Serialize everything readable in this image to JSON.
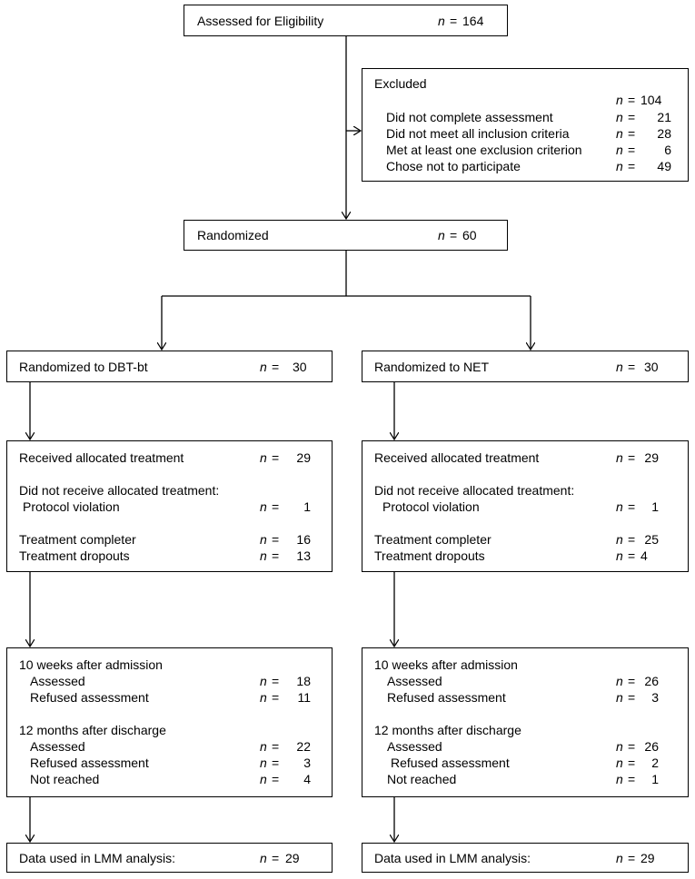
{
  "n_symbol": "n",
  "eq": "=",
  "assessed": {
    "label": "Assessed for Eligibility",
    "n": "164"
  },
  "excluded": {
    "title": "Excluded",
    "n": "104",
    "items": [
      {
        "label": "Did not complete assessment",
        "n": "21"
      },
      {
        "label": "Did not meet all inclusion criteria",
        "n": "28"
      },
      {
        "label": "Met at least one exclusion criterion",
        "n": "6"
      },
      {
        "label": "Chose not to participate",
        "n": "49"
      }
    ]
  },
  "randomized": {
    "label": "Randomized",
    "n": "60"
  },
  "left": {
    "alloc": {
      "label": "Randomized to DBT-bt",
      "n": "30"
    },
    "treatment": {
      "received": {
        "label": "Received allocated treatment",
        "n": "29"
      },
      "not_received": "Did not receive allocated treatment:",
      "protocol": {
        "label": "Protocol violation",
        "n": "1"
      },
      "completer": {
        "label": "Treatment completer",
        "n": "16"
      },
      "dropouts": {
        "label": "Treatment dropouts",
        "n": "13"
      }
    },
    "followup": {
      "w10": "10 weeks after admission",
      "w10_assessed": {
        "label": "Assessed",
        "n": "18"
      },
      "w10_refused": {
        "label": "Refused assessment",
        "n": "11"
      },
      "m12": "12 months after discharge",
      "m12_assessed": {
        "label": "Assessed",
        "n": "22"
      },
      "m12_refused": {
        "label": "Refused assessment",
        "n": "3"
      },
      "m12_notreached": {
        "label": "Not reached",
        "n": "4"
      }
    },
    "analysis": {
      "label": "Data used in LMM analysis:",
      "n": "29"
    }
  },
  "right": {
    "alloc": {
      "label": "Randomized to NET",
      "n": "30"
    },
    "treatment": {
      "received": {
        "label": "Received allocated treatment",
        "n": "29"
      },
      "not_received": "Did not receive allocated treatment:",
      "protocol": {
        "label": "Protocol violation",
        "n": "1"
      },
      "completer": {
        "label": "Treatment completer",
        "n": "25"
      },
      "dropouts": {
        "label": "Treatment dropouts",
        "n": "4"
      }
    },
    "followup": {
      "w10": "10 weeks after admission",
      "w10_assessed": {
        "label": "Assessed",
        "n": "26"
      },
      "w10_refused": {
        "label": "Refused assessment",
        "n": "3"
      },
      "m12": "12 months after discharge",
      "m12_assessed": {
        "label": "Assessed",
        "n": "26"
      },
      "m12_refused": {
        "label": "Refused assessment",
        "n": "2"
      },
      "m12_notreached": {
        "label": "Not reached",
        "n": "1"
      }
    },
    "analysis": {
      "label": "Data used in LMM analysis:",
      "n": "29"
    }
  }
}
